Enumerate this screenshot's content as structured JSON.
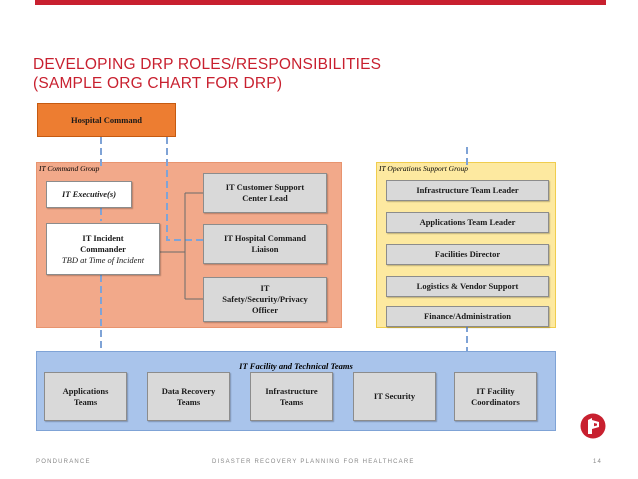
{
  "title": {
    "line1": "DEVELOPING DRP ROLES/RESPONSIBILITIES",
    "line2": "(SAMPLE ORG CHART FOR DRP)"
  },
  "hospital_command": "Hospital Command",
  "command_group": {
    "label": "IT Command Group",
    "executive": "IT Executive(s)",
    "incident_commander": {
      "line1": "IT Incident",
      "line2": "Commander",
      "note": "TBD at Time of Incident"
    },
    "customer_support_lead": {
      "line1": "IT Customer Support",
      "line2": "Center Lead"
    },
    "hospital_liaison": {
      "line1": "IT Hospital Command",
      "line2": "Liaison"
    },
    "safety_officer": {
      "line1": "IT",
      "line2": "Safety/Security/Privacy",
      "line3": "Officer"
    }
  },
  "operations_group": {
    "label": "IT Operations Support Group",
    "items": [
      "Infrastructure Team Leader",
      "Applications Team Leader",
      "Facilities Director",
      "Logistics & Vendor Support",
      "Finance/Administration"
    ]
  },
  "facility_group": {
    "label": "IT Facility and Technical Teams",
    "teams": [
      {
        "line1": "Applications",
        "line2": "Teams"
      },
      {
        "line1": "Data Recovery",
        "line2": "Teams"
      },
      {
        "line1": "Infrastructure",
        "line2": "Teams"
      },
      {
        "line1": "IT Security",
        "line2": ""
      },
      {
        "line1": "IT Facility",
        "line2": "Coordinators"
      }
    ]
  },
  "footer": {
    "left": "PONDURANCE",
    "center": "DISASTER RECOVERY PLANNING FOR HEALTHCARE",
    "page": "14"
  },
  "colors": {
    "accent_red": "#c8202f",
    "command_group_fill": "#f2a98a",
    "operations_group_fill": "#fde9a0",
    "facility_group_fill": "#a9c4eb",
    "hospital_command_fill": "#ed7d31",
    "connector_dashed": "#7fa3d6"
  },
  "logo_icon": "pondurance-logo-icon"
}
